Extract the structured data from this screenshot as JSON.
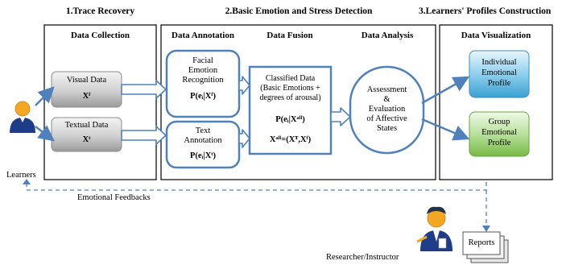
{
  "phases": {
    "phase1": "1.Trace Recovery",
    "phase2": "2.Basic Emotion and Stress Detection",
    "phase3": "3.Learners' Profiles Construction"
  },
  "sections": {
    "collection": "Data Collection",
    "annotation": "Data Annotation",
    "fusion": "Data Fusion",
    "analysis": "Data Analysis",
    "visualization": "Data Visualization"
  },
  "collection": {
    "visual_title": "Visual Data",
    "visual_formula": "Xᶠ",
    "textual_title": "Textual Data",
    "textual_formula": "Xᵗ"
  },
  "annotation": {
    "facial_line1": "Facial",
    "facial_line2": "Emotion",
    "facial_line3": "Recognition",
    "facial_formula": "P(eᵢ|Xᶠ)",
    "text_line1": "Text",
    "text_line2": "Annotation",
    "text_formula": "P(eᵢ|Xᵗ)"
  },
  "fusion": {
    "line1": "Classified Data",
    "line2": "(Basic Emotions +",
    "line3": "degrees of arousal)",
    "formula1": "P(eᵢ|Xᵃˡˡ)",
    "formula2": "Xᵃˡˡ=(Xᵀ,Xᶠ)"
  },
  "analysis": {
    "line1": "Assessment",
    "line2": "&",
    "line3": "Evaluation",
    "line4": "of Affective",
    "line5": "States"
  },
  "visualization": {
    "individual_line1": "Individual",
    "individual_line2": "Emotional",
    "individual_line3": "Profile",
    "group_line1": "Group",
    "group_line2": "Emotional",
    "group_line3": "Profile"
  },
  "labels": {
    "learners": "Learners",
    "feedback": "Emotional Feedbacks",
    "researcher": "Researcher/Instructor",
    "reports": "Reports"
  },
  "colors": {
    "box_border": "#000000",
    "blue_border": "#4f81bd",
    "arrow_fill": "#ffffff",
    "grey_gradient_top": "#f2f2f2",
    "grey_gradient_bottom": "#9d9d9d",
    "individual_top": "#e6f4fb",
    "individual_bottom": "#3aa0d0",
    "group_top": "#eef8e6",
    "group_bottom": "#7cbf4d",
    "person_skin": "#f5a623",
    "person_suit": "#1f3c88",
    "feedback_line": "#4f81bd"
  },
  "icons": [
    "learner-person-icon",
    "researcher-person-icon",
    "reports-stack-icon"
  ]
}
